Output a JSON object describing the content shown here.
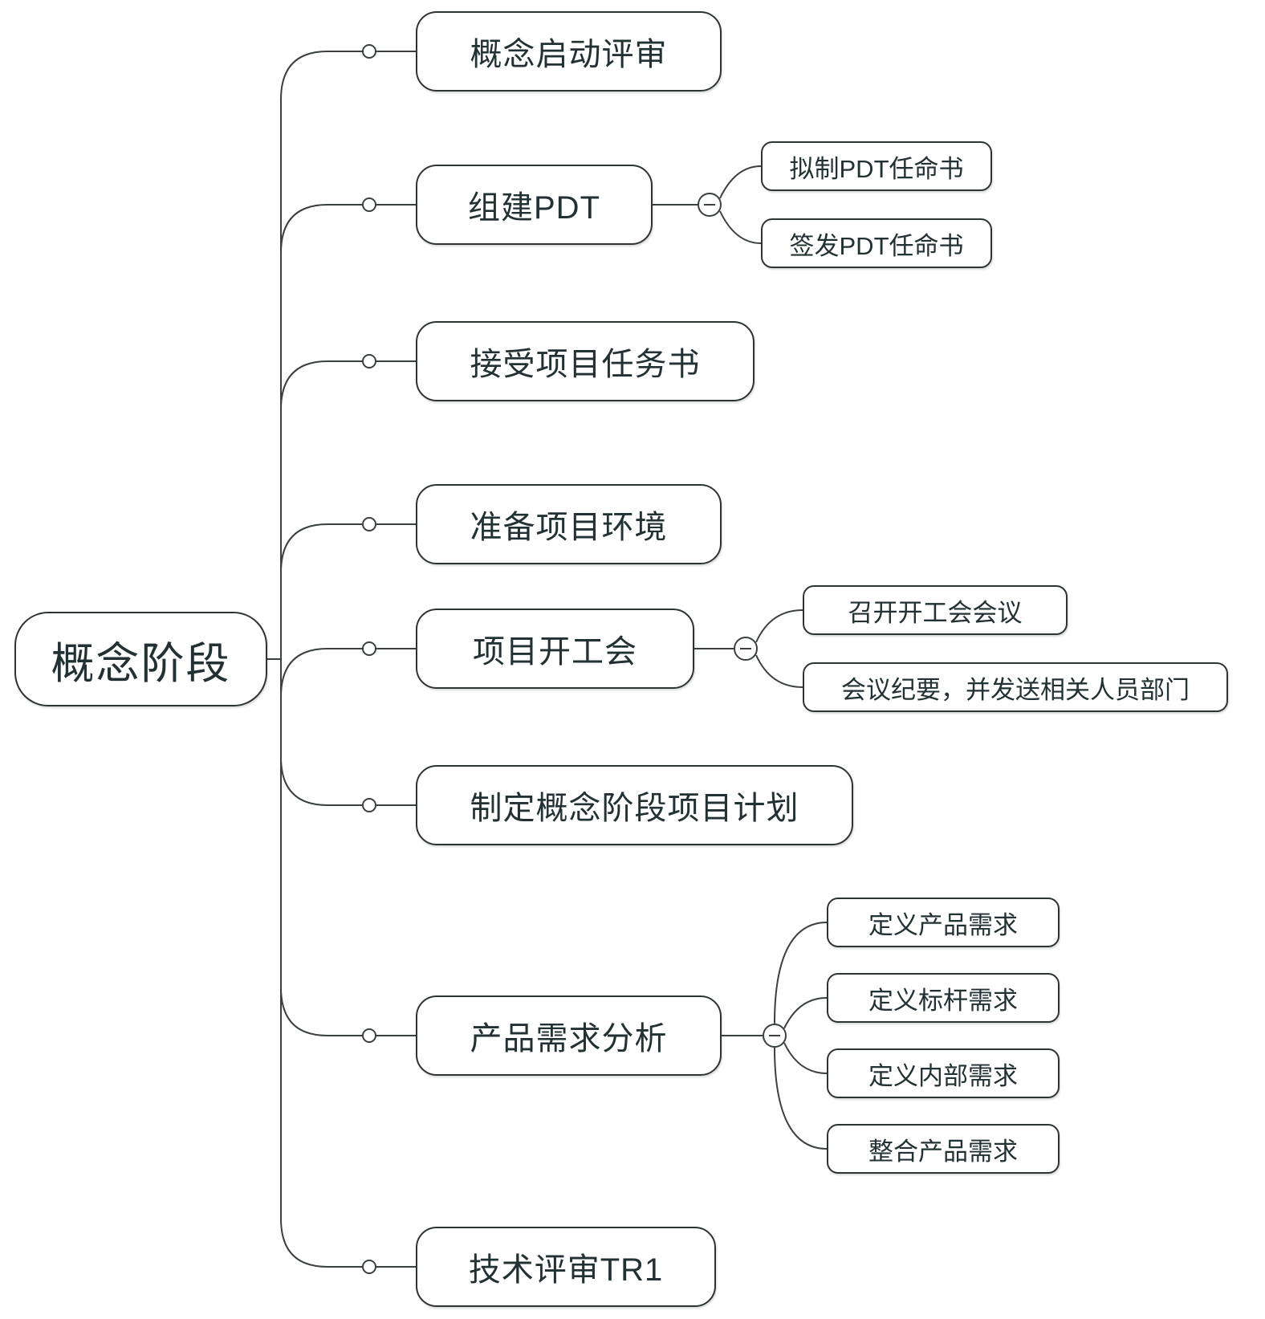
{
  "app": {
    "view": "mindmap-canvas"
  },
  "style": {
    "canvas_bg": "#ffffff",
    "line_color": "#3b413f",
    "node_border_color": "#2e3434",
    "node_fill": "#ffffff",
    "text_color": "#223133"
  },
  "mindmap": {
    "root": {
      "label": "概念阶段"
    },
    "children": [
      {
        "label": "概念启动评审",
        "children": []
      },
      {
        "label": "组建PDT",
        "collapse_icon": "minus",
        "children": [
          {
            "label": "拟制PDT任命书"
          },
          {
            "label": "签发PDT任命书"
          }
        ]
      },
      {
        "label": "接受项目任务书",
        "children": []
      },
      {
        "label": "准备项目环境",
        "children": []
      },
      {
        "label": "项目开工会",
        "collapse_icon": "minus",
        "children": [
          {
            "label": "召开开工会会议"
          },
          {
            "label": "会议纪要，并发送相关人员部门"
          }
        ]
      },
      {
        "label": "制定概念阶段项目计划",
        "children": []
      },
      {
        "label": "产品需求分析",
        "collapse_icon": "minus",
        "children": [
          {
            "label": "定义产品需求"
          },
          {
            "label": "定义标杆需求"
          },
          {
            "label": "定义内部需求"
          },
          {
            "label": "整合产品需求"
          }
        ]
      },
      {
        "label": "技术评审TR1",
        "children": []
      }
    ]
  }
}
